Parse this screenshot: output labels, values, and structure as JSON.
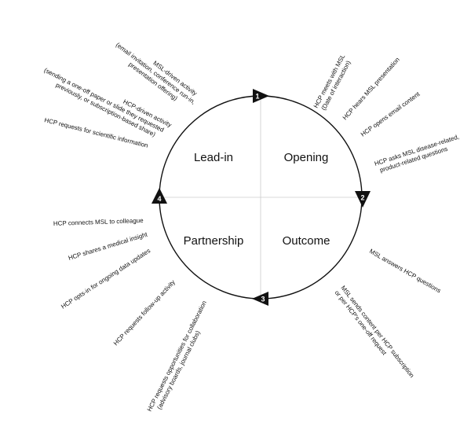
{
  "quadrants": {
    "lead_in": "Lead-in",
    "opening": "Opening",
    "partnership": "Partnership",
    "outcome": "Outcome"
  },
  "markers": [
    "1",
    "2",
    "3",
    "4"
  ],
  "labels": {
    "opening": {
      "meets_l1": "HCP meets with MSL",
      "meets_l2": "(Date of interaction)",
      "hears": "HCP hears MSL presentation",
      "opens_email": "HCP opens email content",
      "asks_l1": "HCP asks MSL disease-related,",
      "asks_l2": "product-related questions"
    },
    "outcome": {
      "answers": "MSL answers HCP questions",
      "sends_l1": "MSL sends content per HCP subscription",
      "sends_l2": "or per HCP's one-off request"
    },
    "partnership": {
      "connects": "HCP connects MSL to colleague",
      "shares": "HCP shares a medical insight",
      "opts_in": "HCP opts-in for ongoing data updates",
      "follow_up": "HCP requests follow-up activity",
      "collab_l1": "HCP requests opportunities for collaboration",
      "collab_l2": "(advisory boards, journal clubs)"
    },
    "lead_in": {
      "msl_driven_l1": "MSL-driven activity",
      "msl_driven_l2": "(email invitation, conference run-in,",
      "msl_driven_l3": "presentation offering)",
      "hcp_driven_l1": "HCP-driven activity",
      "hcp_driven_l2": "(sending a one-off paper or slide they requested",
      "hcp_driven_l3": "previously, or subscription-based share)",
      "sci_info": "HCP requests for scientific information"
    }
  }
}
